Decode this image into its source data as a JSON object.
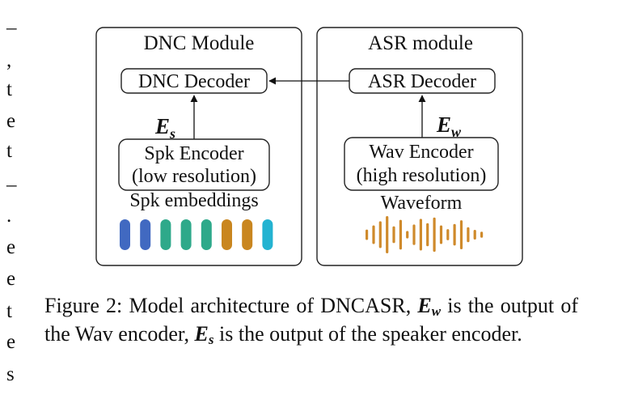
{
  "margin_glyphs": [
    "–",
    ",",
    "t",
    "e",
    "t",
    "–",
    ".",
    "e",
    "e",
    "t",
    "e",
    "s"
  ],
  "modules": {
    "dnc": {
      "title": "DNC Module",
      "decoder": "DNC Decoder",
      "encoder_line1": "Spk Encoder",
      "encoder_line2": "(low resolution)",
      "feature_symbol": "E",
      "feature_subscript": "s",
      "input_label": "Spk embeddings"
    },
    "asr": {
      "title": "ASR module",
      "decoder": "ASR Decoder",
      "encoder_line1": "Wav Encoder",
      "encoder_line2": "(high resolution)",
      "feature_symbol": "E",
      "feature_subscript": "w",
      "input_label": "Waveform"
    }
  },
  "embedding_bars": {
    "colors": [
      "#4169c1",
      "#4169c1",
      "#2ea98a",
      "#2ea98a",
      "#2ea98a",
      "#c9861f",
      "#c9861f",
      "#24b3d1"
    ]
  },
  "waveform": {
    "color": "#cf8a2b",
    "amplitudes": [
      0.28,
      0.5,
      0.72,
      1.0,
      0.45,
      0.8,
      0.2,
      0.55,
      0.85,
      0.62,
      0.92,
      0.5,
      0.3,
      0.58,
      0.78,
      0.4,
      0.26,
      0.16
    ]
  },
  "caption": {
    "part1": "Figure 2: Model architecture of DNCASR, ",
    "sym_w": "E",
    "sub_w": "w",
    "part2": " is the output of the Wav encoder, ",
    "sym_s": "E",
    "sub_s": "s",
    "part3": " is the output of the speaker encoder."
  }
}
